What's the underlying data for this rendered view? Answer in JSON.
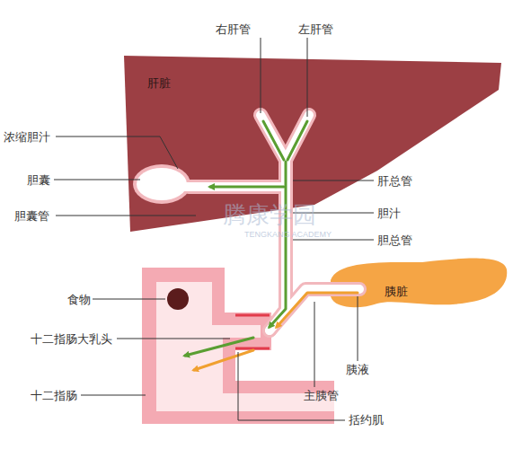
{
  "diagram": {
    "nodes": [
      {
        "text": [
          "肝脏"
        ]
      },
      {
        "text": [
          "胰脏"
        ]
      }
    ],
    "labels": [
      "右肝管",
      "左肝管",
      "浓缩胆汁",
      "胆囊",
      "胆囊管",
      "肝总管",
      "胆汁",
      "胆总管",
      "食物",
      "十二指肠大乳头",
      "十二指肠",
      "胰液",
      "主胰管",
      "括约肌",
      "腾康学园",
      "TENGKANG ACADEMY"
    ]
  }
}
